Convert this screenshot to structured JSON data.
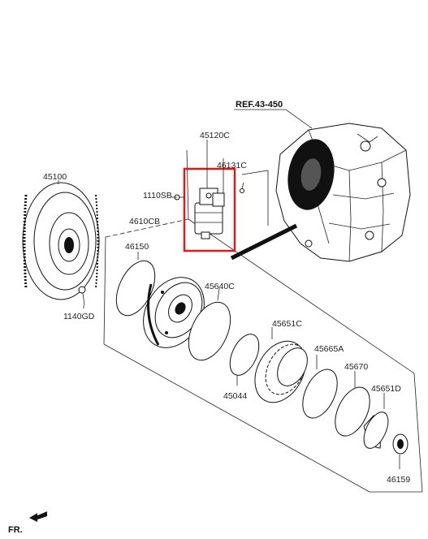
{
  "diagram": {
    "ref_label": "REF.43-450",
    "front_label": "FR.",
    "highlight_color": "#e01818",
    "parts": [
      {
        "id": "p45120c",
        "label": "45120C"
      },
      {
        "id": "p46131c",
        "label": "46131C"
      },
      {
        "id": "p1110sb",
        "label": "1110SB"
      },
      {
        "id": "p45100",
        "label": "45100"
      },
      {
        "id": "p4610cb",
        "label": "4610CB"
      },
      {
        "id": "p46150",
        "label": "46150"
      },
      {
        "id": "p45640c",
        "label": "45640C"
      },
      {
        "id": "p1140gd",
        "label": "1140GD"
      },
      {
        "id": "p45651c",
        "label": "45651C"
      },
      {
        "id": "p45665a",
        "label": "45665A"
      },
      {
        "id": "p45670",
        "label": "45670"
      },
      {
        "id": "p45044",
        "label": "45044"
      },
      {
        "id": "p45651d",
        "label": "45651D"
      },
      {
        "id": "p46159",
        "label": "46159"
      }
    ]
  }
}
